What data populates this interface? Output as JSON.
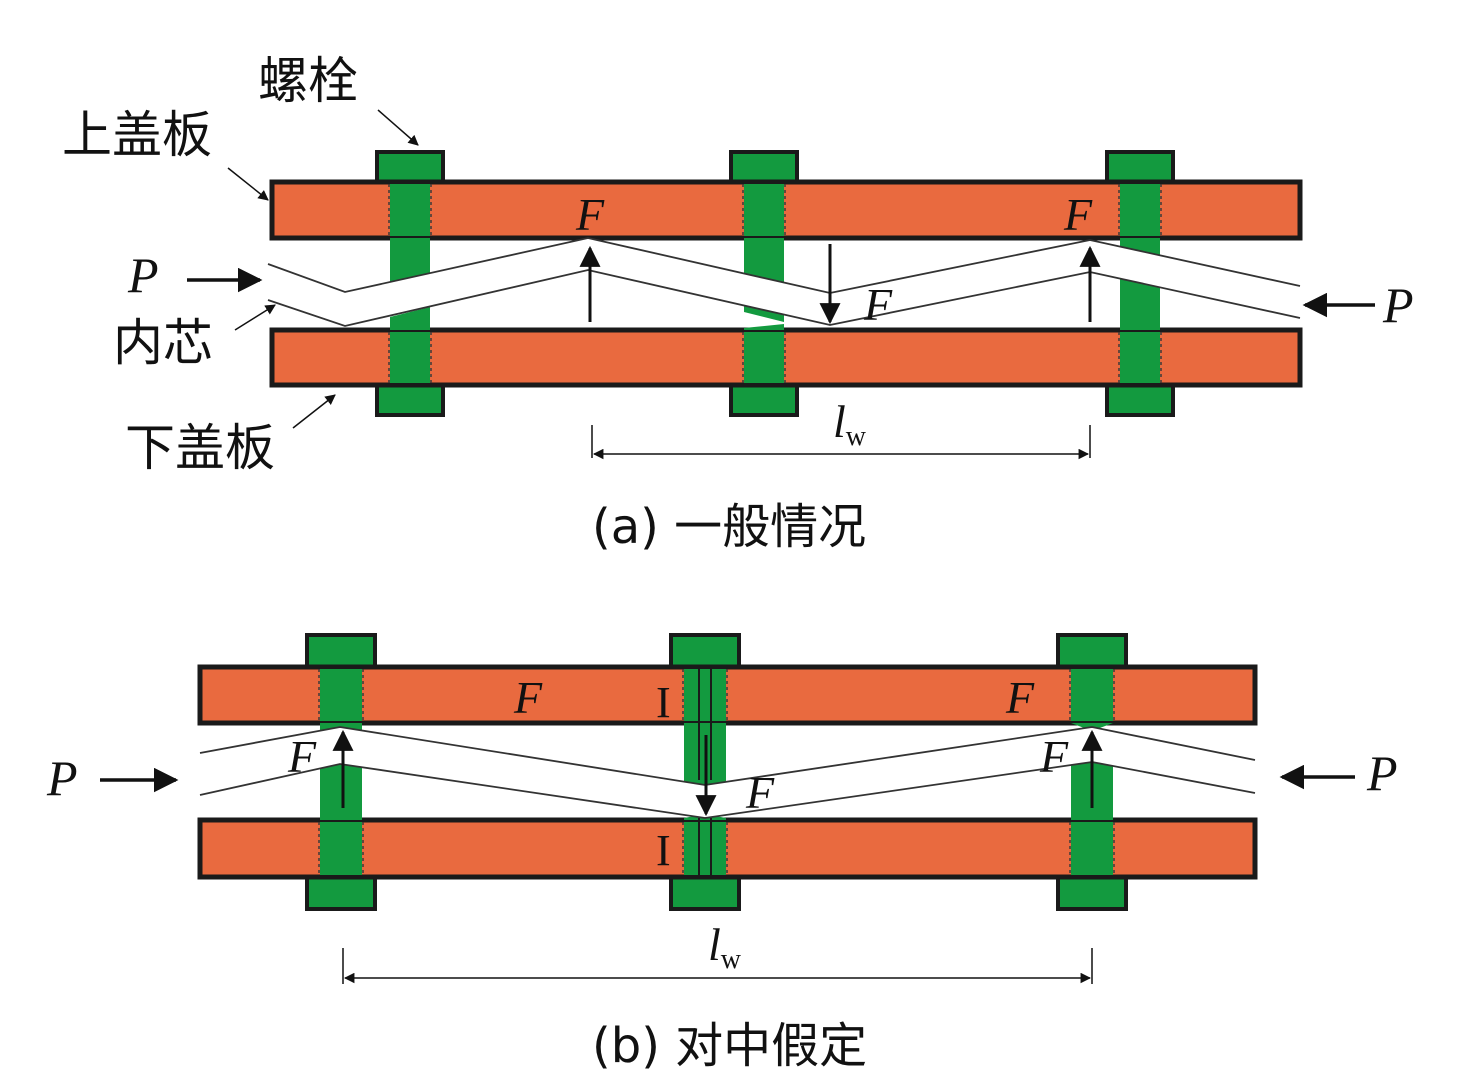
{
  "colors": {
    "plate": "#E96A3F",
    "bolt": "#139A3F",
    "outline": "#1A1A1A"
  },
  "panel_a": {
    "caption": "(a) 一般情况",
    "labels": {
      "bolt": "螺栓",
      "upper_plate": "上盖板",
      "core": "内芯",
      "lower_plate": "下盖板",
      "load": "P",
      "force": "F",
      "length_base": "l",
      "length_sub": "w"
    }
  },
  "panel_b": {
    "caption": "(b) 对中假定",
    "labels": {
      "load": "P",
      "force": "F",
      "section_mark": "I",
      "length_base": "l",
      "length_sub": "w"
    }
  }
}
